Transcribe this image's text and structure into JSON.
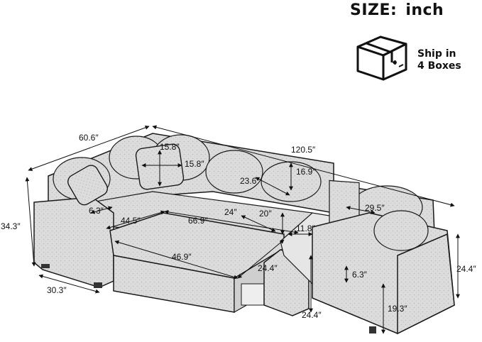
{
  "header": {
    "size_label": "SIZE:",
    "unit_label": "inch"
  },
  "shipping": {
    "icon": "box-icon",
    "line1": "Ship in",
    "line2": "4 Boxes"
  },
  "dimensions": {
    "depth_left": "60.6″",
    "length_total": "120.5″",
    "height_left": "34.3″",
    "pillow_h": "15.8″",
    "pillow_w": "15.8″",
    "arm_w_left": "6.3″",
    "seat_depth_chaise": "44.5″",
    "seat_len": "66.9″",
    "bed_len": "46.9″",
    "base_w_left": "30.3″",
    "back_cushion_w": "23.6″",
    "back_cushion_h": "16.9″",
    "seat_d": "24″",
    "seat_w": "20″",
    "table_w": "11.8″",
    "table_h": "24.4″",
    "ottoman_h": "24.4″",
    "right_depth": "29.5″",
    "arm_h_right": "6.3″",
    "height_right": "24.4″",
    "seat_h_right": "19.3″"
  },
  "colors": {
    "fabric": "#d9d9d9",
    "outline": "#1a1a1a"
  }
}
